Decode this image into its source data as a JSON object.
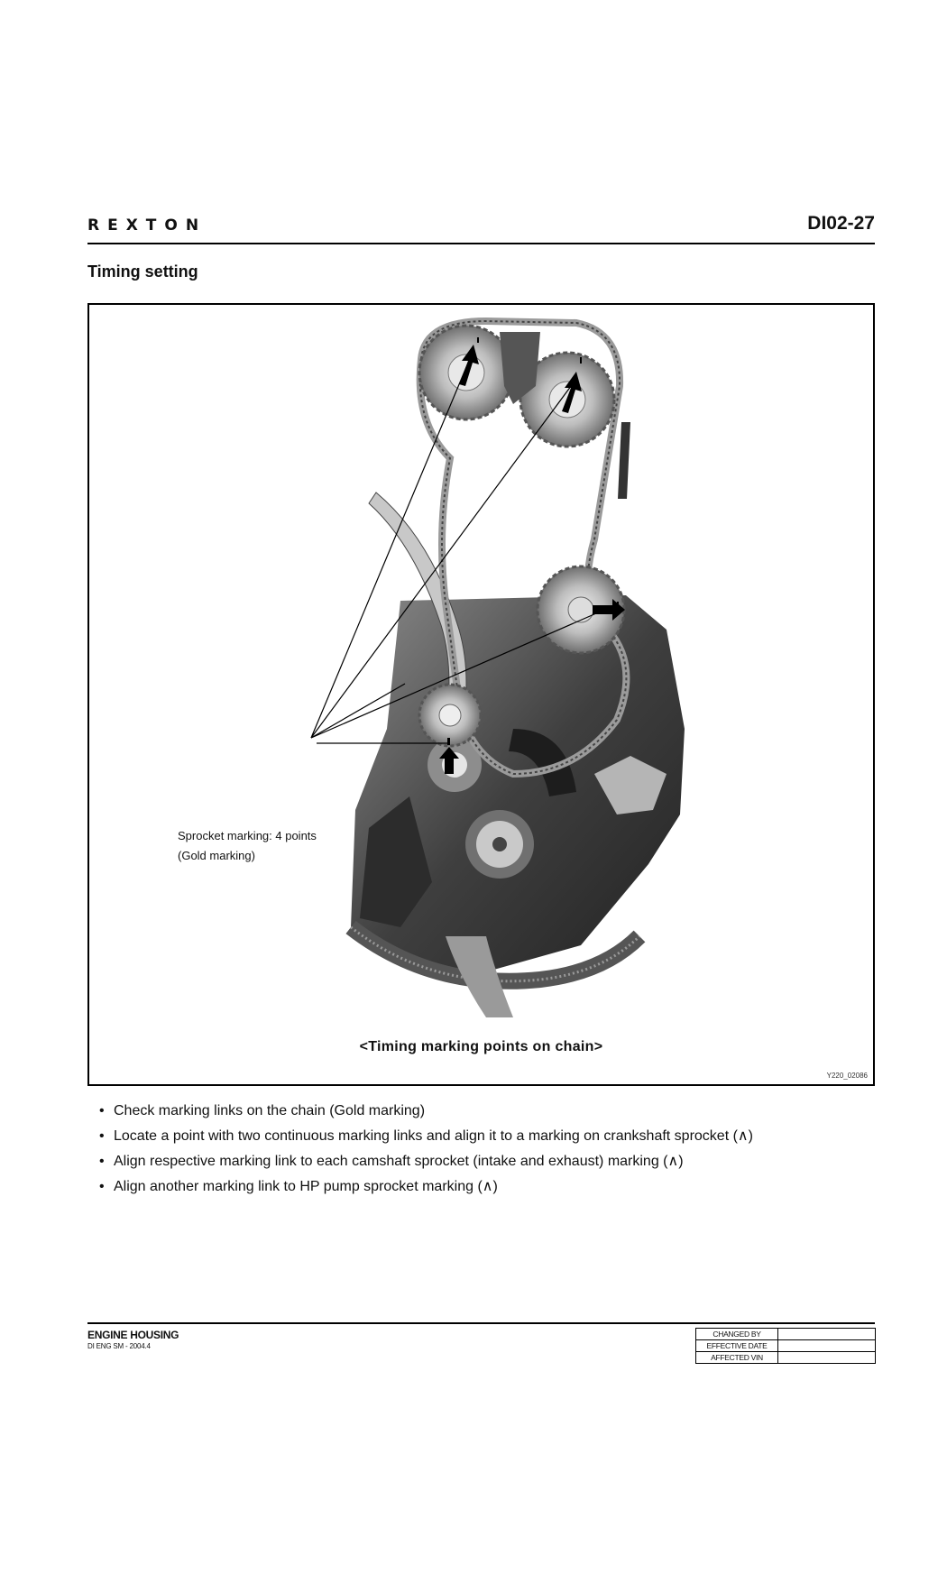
{
  "header": {
    "brand": "REXTON",
    "page_number": "DI02-27"
  },
  "section_title": "Timing setting",
  "figure": {
    "callout_line1": "Sprocket marking: 4 points",
    "callout_line2": "(Gold marking)",
    "caption": "<Timing marking points on chain>",
    "figure_id": "Y220_02086"
  },
  "bullets": [
    "Check marking links on the chain (Gold marking)",
    "Locate a point with two continuous marking links and align it to a marking on crankshaft sprocket (∧)",
    "Align respective marking link to each camshaft sprocket (intake and exhaust) marking (∧)",
    "Align another marking link to HP pump sprocket marking (∧)"
  ],
  "footer": {
    "title": "ENGINE HOUSING",
    "subtitle": "DI ENG SM - 2004.4",
    "change_table": [
      {
        "label": "CHANGED BY",
        "value": ""
      },
      {
        "label": "EFFECTIVE DATE",
        "value": ""
      },
      {
        "label": "AFFECTED VIN",
        "value": ""
      }
    ]
  }
}
